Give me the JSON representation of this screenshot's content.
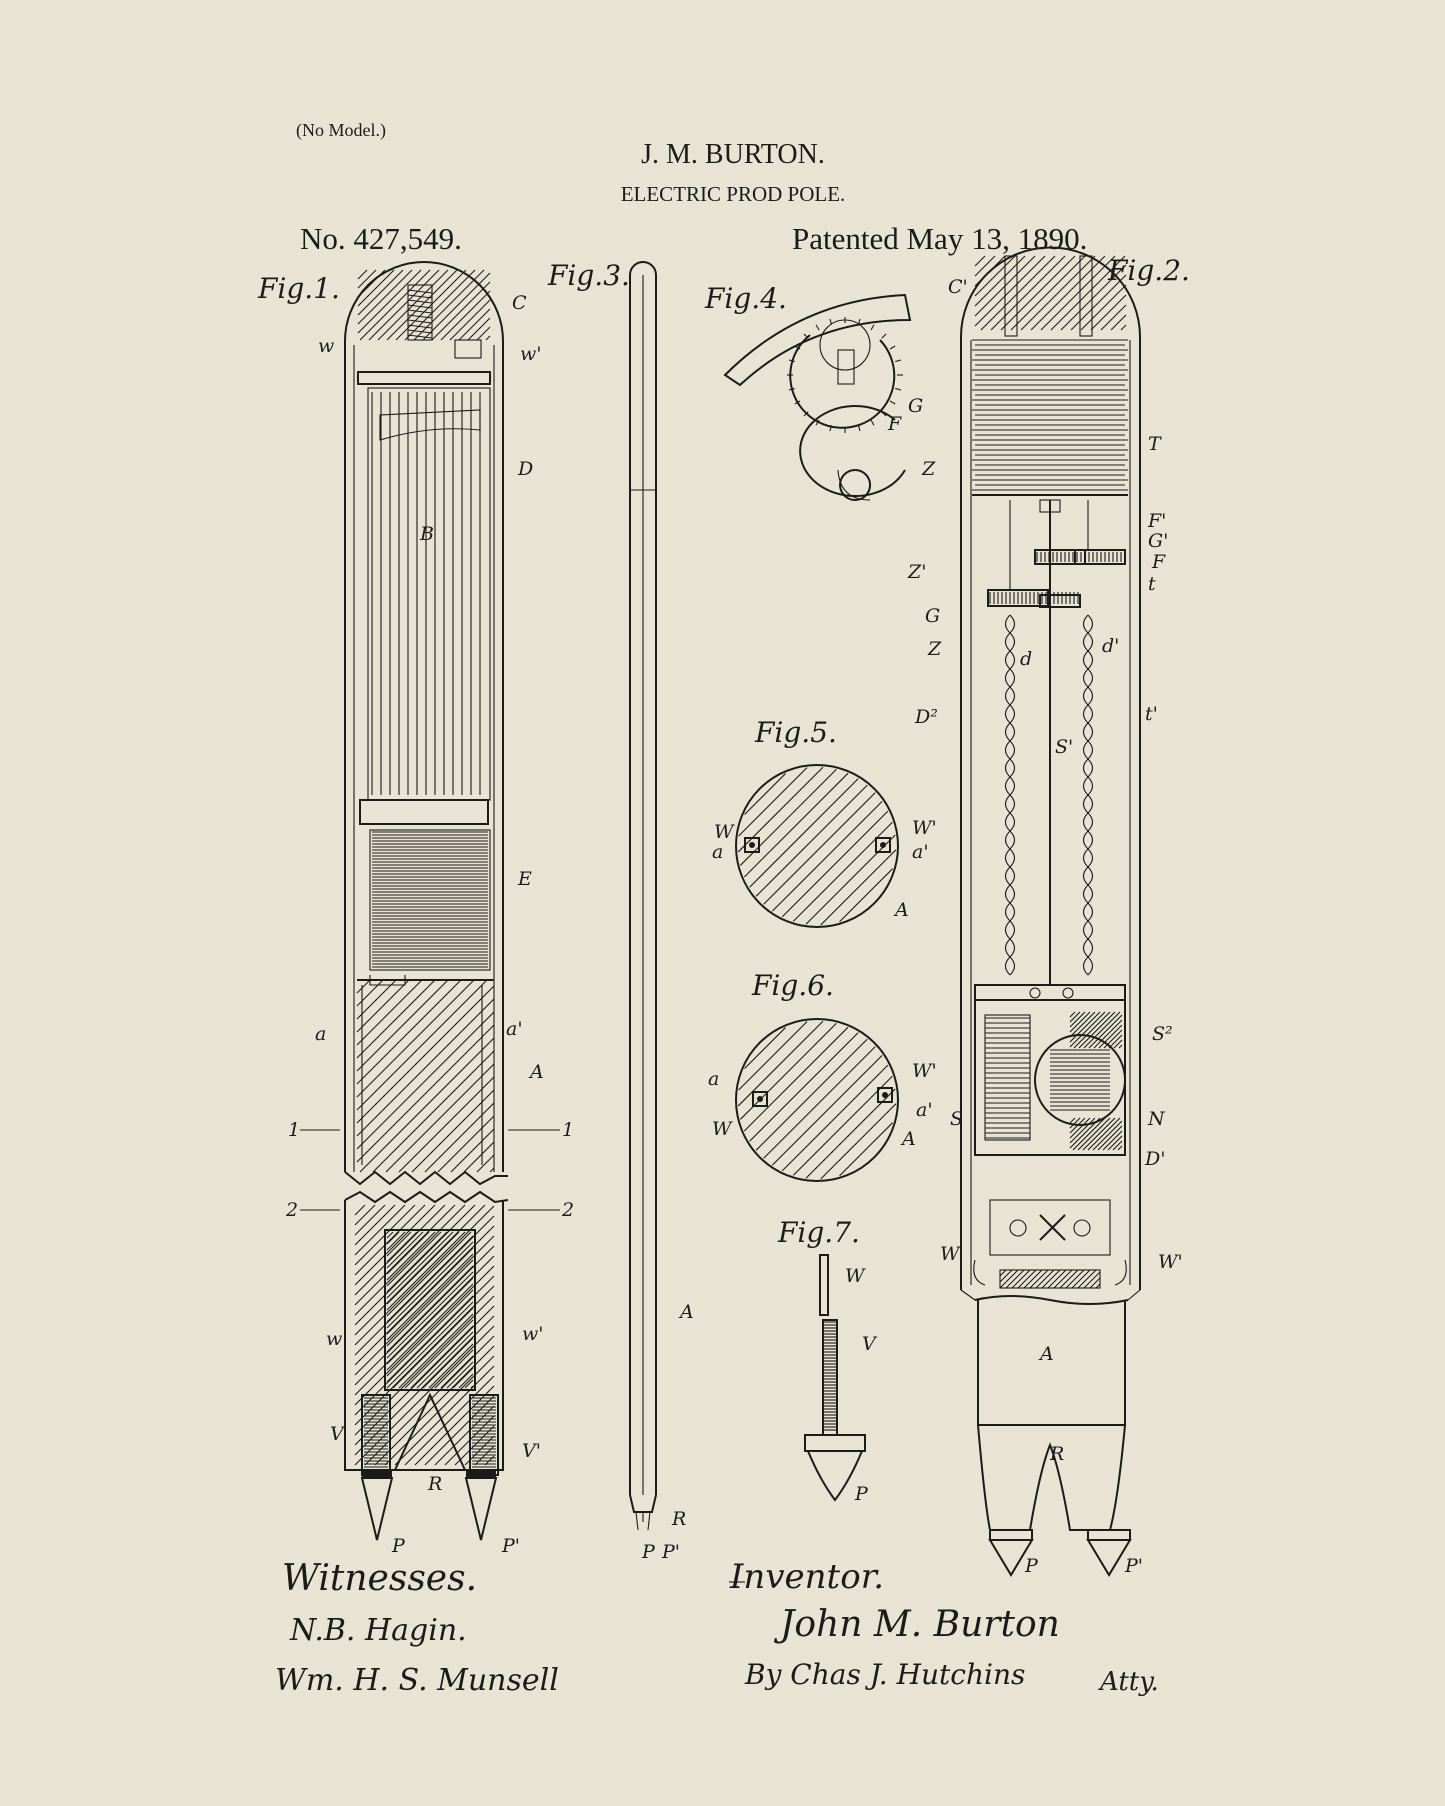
{
  "header": {
    "model_note": "(No Model.)",
    "inventor_name": "J. M. BURTON.",
    "invention_title": "ELECTRIC PROD POLE.",
    "patent_number": "No. 427,549.",
    "patent_date": "Patented May 13, 1890."
  },
  "colors": {
    "paper": "#e8e3d3",
    "ink": "#1b1b1b"
  },
  "figures": {
    "fig1": {
      "title": "Fig.1.",
      "labels": [
        "C",
        "w",
        "w'",
        "D",
        "B",
        "E",
        "a",
        "a'",
        "A",
        "1",
        "1",
        "2",
        "2",
        "w",
        "w'",
        "V",
        "V'",
        "R",
        "P",
        "P'"
      ]
    },
    "fig3": {
      "title": "Fig.3.",
      "labels": [
        "A",
        "R",
        "P",
        "P'"
      ]
    },
    "fig4": {
      "title": "Fig.4.",
      "labels": [
        "G",
        "F",
        "Z"
      ]
    },
    "fig2": {
      "title": "Fig.2.",
      "labels": [
        "C'",
        "T",
        "F'",
        "G'",
        "F",
        "t",
        "Z'",
        "G",
        "Z",
        "d",
        "d'",
        "D²",
        "t'",
        "S'",
        "S²",
        "S",
        "N",
        "D'",
        "W",
        "W'",
        "A",
        "R",
        "P",
        "P'"
      ]
    },
    "fig5": {
      "title": "Fig.5.",
      "labels": [
        "W",
        "a",
        "W'",
        "a'",
        "A"
      ]
    },
    "fig6": {
      "title": "Fig.6.",
      "labels": [
        "a",
        "W'",
        "a'",
        "W",
        "A"
      ]
    },
    "fig7": {
      "title": "Fig.7.",
      "labels": [
        "W",
        "V",
        "P"
      ]
    }
  },
  "signatures": {
    "witnesses_heading": "Witnesses.",
    "witness_1": "N.B. Hagin.",
    "witness_2": "Wm. H. S. Munsell",
    "inventor_heading": "Inventor.",
    "inventor": "John M. Burton",
    "attorney": "By Chas J. Hutchins",
    "attorney_suffix": "Atty."
  }
}
